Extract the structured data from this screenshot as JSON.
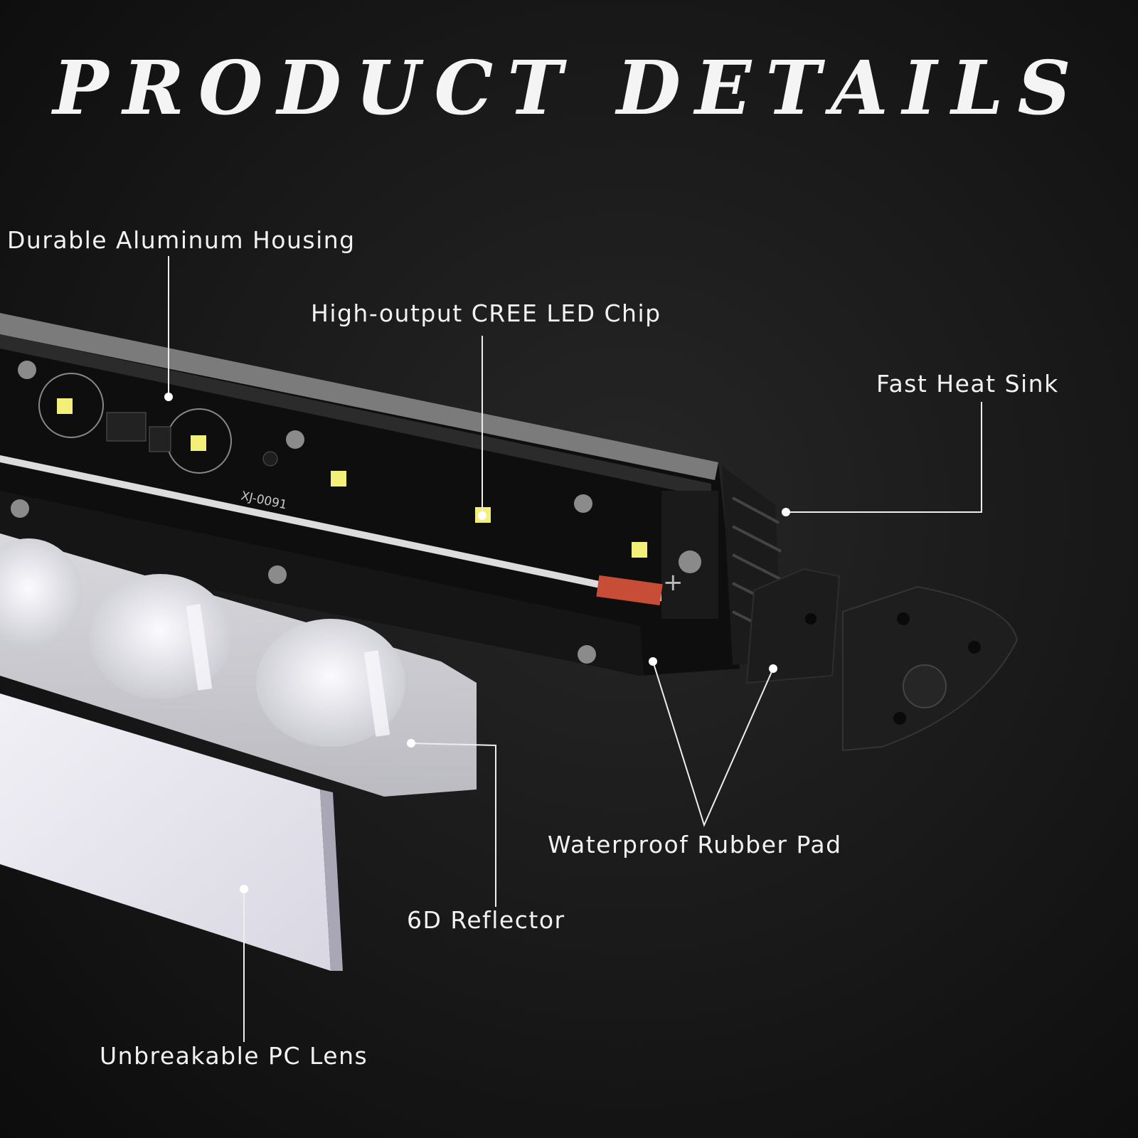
{
  "title": "PRODUCT DETAILS",
  "callouts": {
    "housing": "Durable Aluminum Housing",
    "led_chip": "High-output CREE LED Chip",
    "heat_sink": "Fast Heat Sink",
    "rubber_pad": "Waterproof Rubber Pad",
    "reflector": "6D Reflector",
    "lens": "Unbreakable PC Lens"
  },
  "part_marking": "XJ-0091",
  "colors": {
    "background": "#161616",
    "label_text": "#f2f2f2",
    "led_yellow": "#f3f07a",
    "housing_black": "#0e0e0e"
  }
}
